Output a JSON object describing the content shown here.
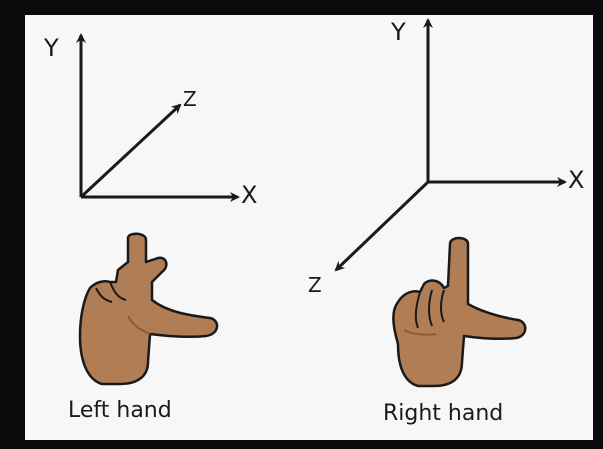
{
  "left_system": {
    "axis_y": "Y",
    "axis_x": "X",
    "axis_z": "Z",
    "caption": "Left hand"
  },
  "right_system": {
    "axis_y": "Y",
    "axis_x": "X",
    "axis_z": "Z",
    "caption": "Right hand"
  },
  "colors": {
    "background": "#f7f7f7",
    "frame": "#0a0a0a",
    "ink": "#1a1a1a",
    "skin": "#b07d55",
    "skin_shadow": "#8a5c38"
  },
  "icons": [
    "left-hand-icon",
    "right-hand-icon"
  ]
}
